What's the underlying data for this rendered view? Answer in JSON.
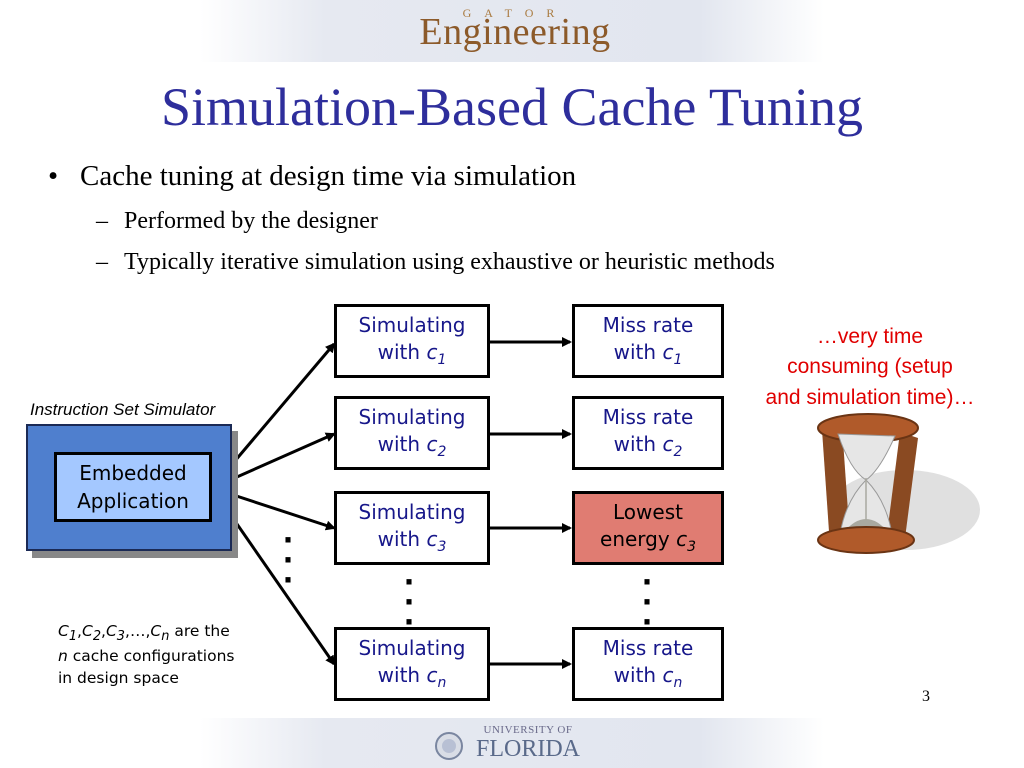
{
  "header": {
    "logo_small_text": "GATOR",
    "logo_text": "Engineering"
  },
  "title": "Simulation-Based Cache Tuning",
  "bullets": {
    "main": "Cache tuning at design time via simulation",
    "sub": [
      "Performed by the designer",
      "Typically iterative simulation using exhaustive or heuristic methods"
    ]
  },
  "diagram": {
    "iss_label": "Instruction Set Simulator",
    "embedded_line1": "Embedded",
    "embedded_line2": "Application",
    "sim_boxes": [
      {
        "line1": "Simulating",
        "line2": "with ",
        "var": "c",
        "sub": "1"
      },
      {
        "line1": "Simulating",
        "line2": "with ",
        "var": "c",
        "sub": "2"
      },
      {
        "line1": "Simulating",
        "line2": "with ",
        "var": "c",
        "sub": "3"
      },
      {
        "line1": "Simulating",
        "line2": "with ",
        "var": "c",
        "sub": "n"
      }
    ],
    "result_boxes": [
      {
        "line1": "Miss rate",
        "line2": "with ",
        "var": "c",
        "sub": "1"
      },
      {
        "line1": "Miss rate",
        "line2": "with ",
        "var": "c",
        "sub": "2"
      },
      {
        "line1": "Lowest",
        "line2": "energy ",
        "var": "c",
        "sub": "3"
      },
      {
        "line1": "Miss rate",
        "line2": "with ",
        "var": "c",
        "sub": "n"
      }
    ],
    "caption": {
      "vars": [
        {
          "var": "C",
          "sub": "1"
        },
        {
          "var": "C",
          "sub": "2"
        },
        {
          "var": "C",
          "sub": "3"
        },
        {
          "var": "C",
          "sub": "n"
        }
      ],
      "ellipsis": "…",
      "line1_rest": " are the",
      "n": "n",
      "line2_rest": " cache configurations",
      "line3": "in design space"
    },
    "note_lines": [
      "…very time",
      "consuming (setup",
      "and simulation time)…"
    ]
  },
  "slide_number": "3",
  "footer": {
    "small": "UNIVERSITY OF",
    "big": "FLORIDA"
  },
  "colors": {
    "title": "#2e2e9c",
    "box_text": "#17178a",
    "highlight": "#e07c72",
    "iss_fill": "#4f7fce",
    "embedded_fill": "#a4c8ff",
    "note": "#e00000"
  }
}
